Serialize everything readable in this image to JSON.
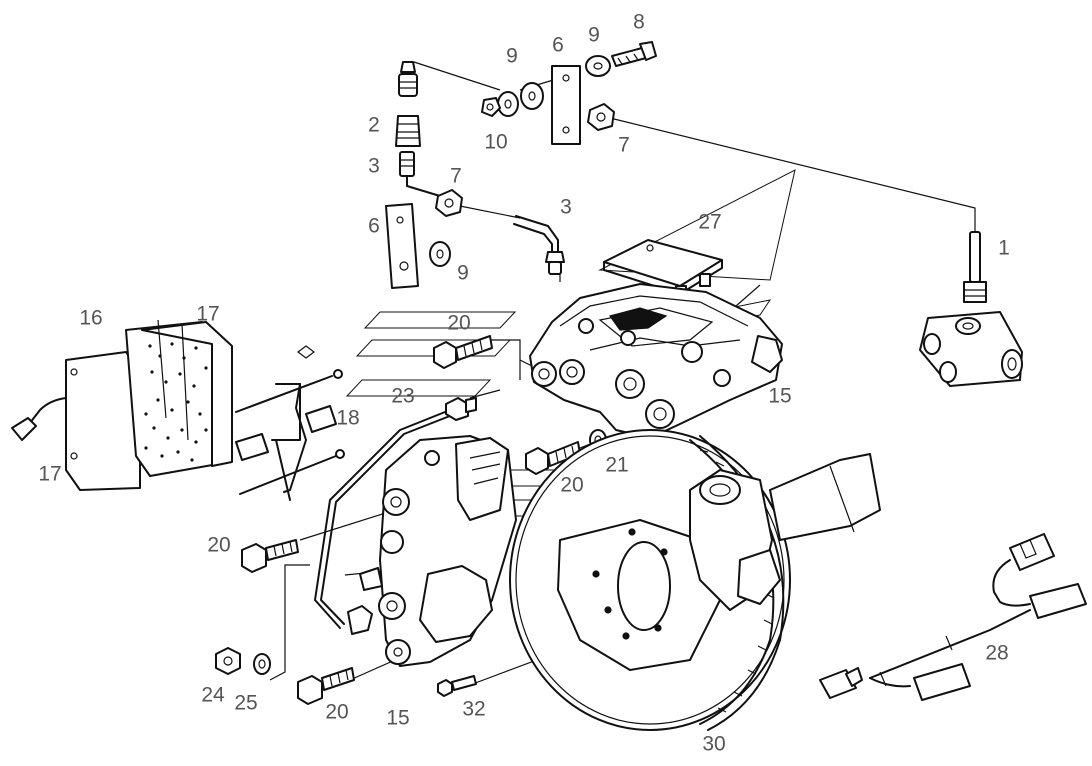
{
  "callouts": {
    "c1": "1",
    "c2": "2",
    "c3a": "3",
    "c3b": "3",
    "c6a": "6",
    "c6b": "6",
    "c7a": "7",
    "c7b": "7",
    "c8": "8",
    "c9a": "9",
    "c9b": "9",
    "c9c": "9",
    "c10": "10",
    "c15a": "15",
    "c15b": "15",
    "c16": "16",
    "c17a": "17",
    "c17b": "17",
    "c18": "18",
    "c20a": "20",
    "c20b": "20",
    "c20c": "20",
    "c20d": "20",
    "c21": "21",
    "c23": "23",
    "c24": "24",
    "c25": "25",
    "c27": "27",
    "c28": "28",
    "c30": "30",
    "c32": "32"
  },
  "colors": {
    "line": "#111111",
    "label": "#555555",
    "background": "#ffffff"
  }
}
